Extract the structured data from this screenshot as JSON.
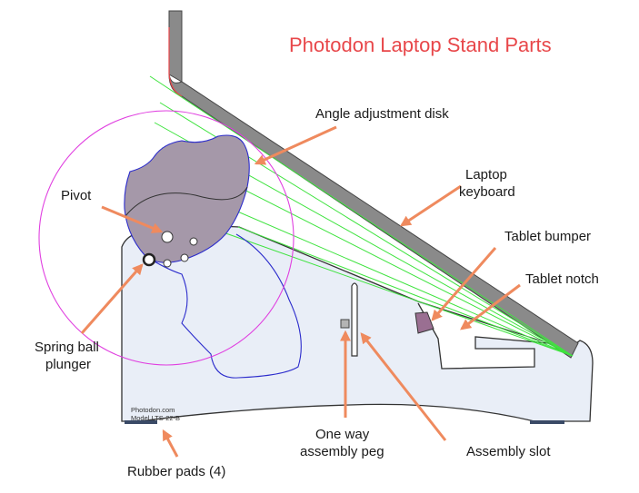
{
  "title": "Photodon Laptop Stand Parts",
  "brand_text": {
    "line1": "Photodon.com",
    "line2": "Model LTS-22-B"
  },
  "labels": {
    "angle_disk": "Angle adjustment disk",
    "laptop_kb_1": "Laptop",
    "laptop_kb_2": "keyboard",
    "tablet_bumper": "Tablet bumper",
    "tablet_notch": "Tablet notch",
    "pivot": "Pivot",
    "spring_1": "Spring ball",
    "spring_2": "plunger",
    "peg_1": "One way",
    "peg_2": "assembly peg",
    "slot": "Assembly slot",
    "pads": "Rubber pads (4)"
  },
  "colors": {
    "title": "#e8474a",
    "arrow": "#ef8a5e",
    "stand_fill": "#e9eef7",
    "stand_stroke": "#333333",
    "disk_fill": "#a598a9",
    "laptop_fill": "#8a8a8a",
    "circle": "#e040e0",
    "outline_blue": "#2c2ccc",
    "angle_lines": "#3fe33f",
    "bumper": "#9a6f92"
  }
}
